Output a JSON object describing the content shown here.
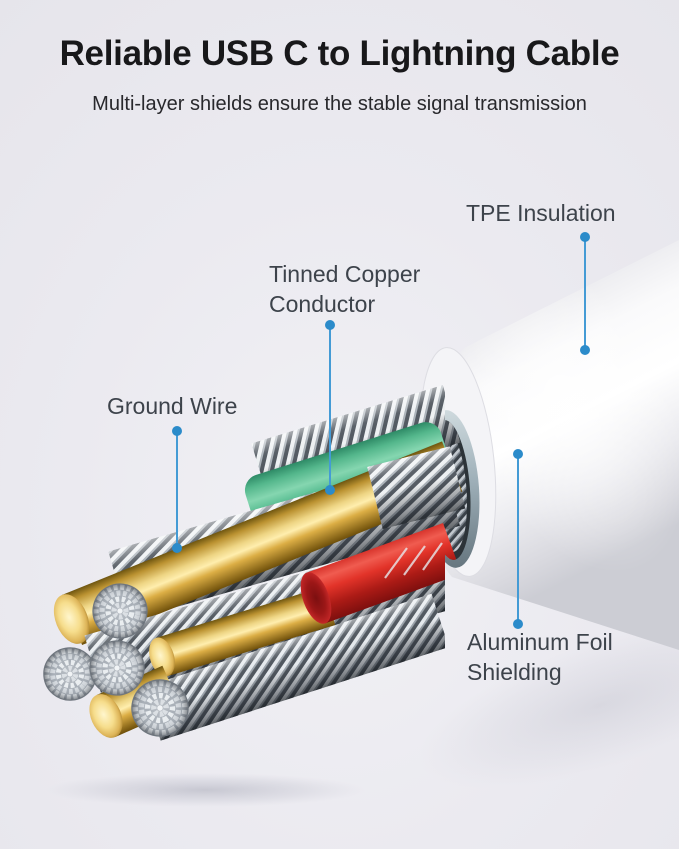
{
  "header": {
    "title": "Reliable USB C to Lightning Cable",
    "subtitle": "Multi-layer shields ensure the stable signal transmission"
  },
  "callouts": {
    "tpe": {
      "label": "TPE Insulation"
    },
    "conductor": {
      "line1": "Tinned Copper",
      "line2": "Conductor"
    },
    "ground": {
      "label": "Ground Wire"
    },
    "aluminum": {
      "line1": "Aluminum Foil",
      "line2": "Shielding"
    }
  },
  "colors": {
    "background": "#e9e8ee",
    "title_text": "#18181a",
    "subtitle_text": "#28282c",
    "label_text": "#3d434b",
    "leader_line": "#449bd5",
    "leader_dot": "#2b8bca",
    "jacket_white": "#ffffff",
    "shield_ring_gray": "#9fb0b9",
    "braid_silver": "#d7dce1",
    "wire_green": "#2f9b72",
    "wire_red": "#d8342c",
    "wire_copper_gold": "#e8c668"
  }
}
